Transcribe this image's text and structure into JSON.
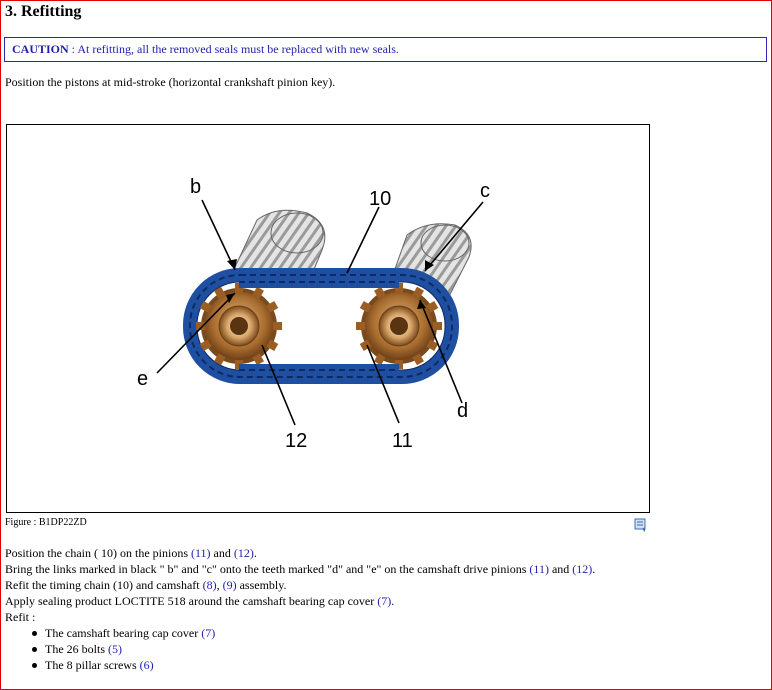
{
  "section": {
    "title": "3. Refitting"
  },
  "caution": {
    "label": "CAUTION",
    "text": " : At refitting, all the removed seals must be replaced with new seals."
  },
  "intro": "Position the pistons at mid-stroke (horizontal crankshaft pinion key).",
  "figure": {
    "caption": "Figure : B1DP22ZD",
    "labels": {
      "b": "b",
      "c": "c",
      "d": "d",
      "e": "e",
      "ten": "10",
      "eleven": "11",
      "twelve": "12"
    },
    "icon": "print-icon",
    "colors": {
      "chain": "#1f4fa0",
      "gear": "#b07838",
      "shaft": "#d9d9d9"
    }
  },
  "instructions": [
    {
      "pre": "Position the chain ( 10) on the pinions ",
      "r1": "(11)",
      "mid": " and ",
      "r2": "(12)",
      "post": "."
    },
    {
      "pre": "Bring the links marked in black \" b\" and \"c\" onto the teeth marked \"d\" and \"e\" on the camshaft drive pinions ",
      "r1": "(11)",
      "mid": " and ",
      "r2": "(12)",
      "post": "."
    },
    {
      "pre": "Refit the timing chain (10) and camshaft ",
      "r1": "(8)",
      "mid": ", ",
      "r2": "(9)",
      "post": " assembly."
    },
    {
      "pre": "Apply sealing product LOCTITE 518 around the camshaft bearing cap cover ",
      "r1": "(7)",
      "mid": "",
      "r2": "",
      "post": "."
    }
  ],
  "refit": {
    "label": "Refit :",
    "items": [
      {
        "text": "The camshaft bearing cap cover ",
        "ref": "(7)"
      },
      {
        "text": "The 26 bolts ",
        "ref": "(5)"
      },
      {
        "text": "The 8 pillar screws ",
        "ref": "(6)"
      }
    ]
  }
}
